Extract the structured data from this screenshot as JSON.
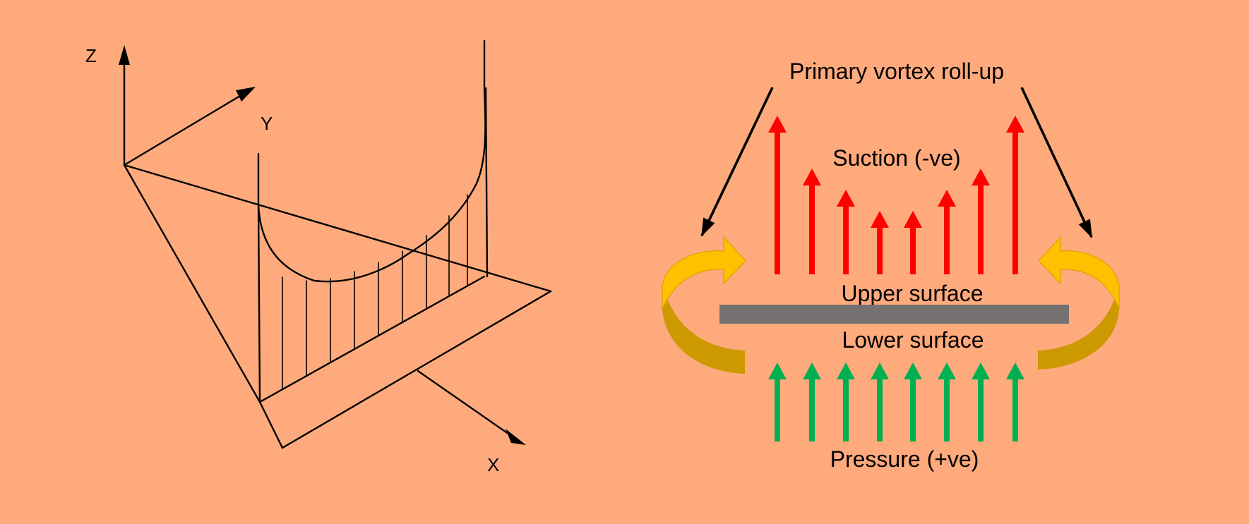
{
  "colors": {
    "background": "#FFAA7C",
    "suction_arrow": "#FF0000",
    "pressure_arrow": "#00B050",
    "surface_plate": "#767171",
    "vortex_light": "#FFC000",
    "vortex_dark": "#CC9900",
    "line": "#000000"
  },
  "left_diagram": {
    "axis_z_label": "Z",
    "axis_y_label": "Y",
    "axis_x_label": "X"
  },
  "right_diagram": {
    "vortex_label": "Primary vortex roll-up",
    "suction_label": "Suction (-ve)",
    "upper_surface_label": "Upper surface",
    "lower_surface_label": "Lower surface",
    "pressure_label": "Pressure (+ve)",
    "suction_arrow_strengths": [
      3,
      2,
      1.6,
      1.2,
      1.2,
      1.6,
      2,
      3
    ],
    "pressure_arrow_count": 8
  }
}
